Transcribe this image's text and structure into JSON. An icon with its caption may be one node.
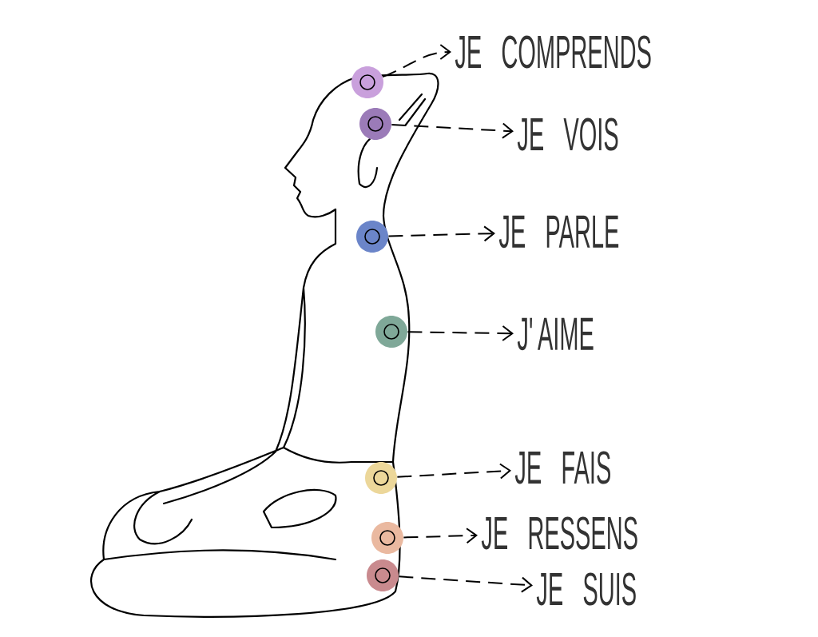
{
  "diagram": {
    "nodes": [
      {
        "text": [],
        "shape": "circle"
      },
      {
        "text": [],
        "shape": "circle"
      },
      {
        "text": [],
        "shape": "circle"
      },
      {
        "text": [],
        "shape": "circle"
      },
      {
        "text": [],
        "shape": "circle"
      },
      {
        "text": [],
        "shape": "circle"
      },
      {
        "text": [],
        "shape": "circle"
      },
      {
        "text": [
          "JE COMPRENDS"
        ]
      },
      {
        "text": [
          "JE VOIS"
        ]
      },
      {
        "text": [
          "JE PARLE"
        ]
      },
      {
        "text": [
          "J'AIME"
        ]
      },
      {
        "text": [
          "JE FAIS"
        ]
      },
      {
        "text": [
          "JE RESSENS"
        ]
      },
      {
        "text": [
          "JE SUIS"
        ]
      }
    ],
    "edges": [
      {
        "from": 0,
        "to": 7,
        "arrow": "to",
        "style": "dashed"
      },
      {
        "from": 1,
        "to": 8,
        "arrow": "to",
        "style": "dashed"
      },
      {
        "from": 2,
        "to": 9,
        "arrow": "to",
        "style": "dashed"
      },
      {
        "from": 3,
        "to": 10,
        "arrow": "to",
        "style": "dashed"
      },
      {
        "from": 4,
        "to": 11,
        "arrow": "to",
        "style": "dashed"
      },
      {
        "from": 5,
        "to": 12,
        "arrow": "to",
        "style": "dashed"
      },
      {
        "from": 6,
        "to": 13,
        "arrow": "to",
        "style": "dashed"
      }
    ]
  }
}
